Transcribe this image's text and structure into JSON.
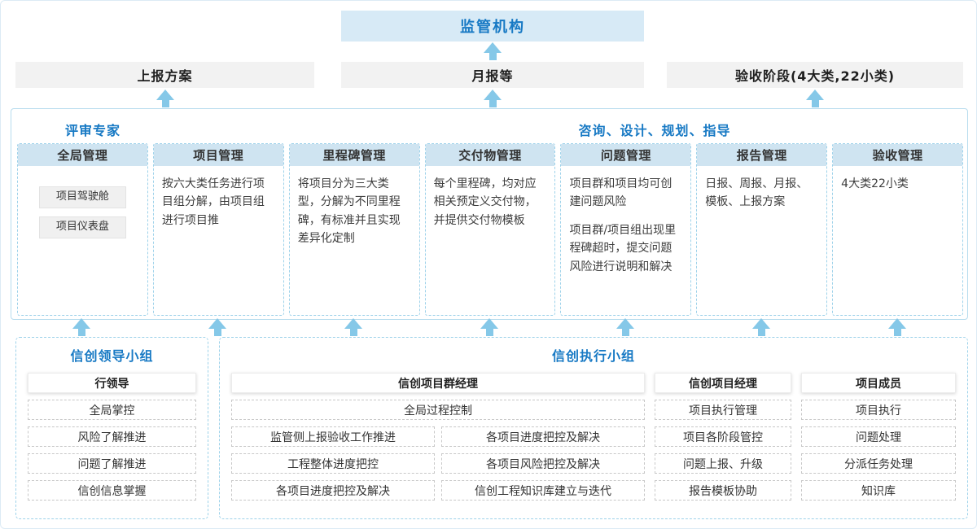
{
  "colors": {
    "accent_blue": "#1779c4",
    "column_header_bg": "#cfe4f1",
    "regulator_bg": "#d7eaf6",
    "output_bg": "#f2f2f2",
    "arrow_blue": "#85c8e8",
    "panel_border": "#b7dcee",
    "dashed_border": "#9ed2ea"
  },
  "top": {
    "regulator": "监管机构",
    "outputs": [
      "上报方案",
      "月报等",
      "验收阶段(4大类,22小类)"
    ]
  },
  "platform": {
    "left_label": "评审专家",
    "right_label": "咨询、设计、规划、指导",
    "columns": [
      {
        "title": "全局管理",
        "chips": [
          "项目驾驶舱",
          "项目仪表盘"
        ]
      },
      {
        "title": "项目管理",
        "text": "按六大类任务进行项目组分解，由项目组进行项目推"
      },
      {
        "title": "里程碑管理",
        "text": "将项目分为三大类型，分解为不同里程碑，有标准并且实现差异化定制"
      },
      {
        "title": "交付物管理",
        "text": "每个里程碑，均对应相关预定义交付物，并提供交付物模板"
      },
      {
        "title": "问题管理",
        "text": "项目群和项目均可创建问题风险",
        "text2": "项目群/项目组出现里程碑超时，提交问题风险进行说明和解决"
      },
      {
        "title": "报告管理",
        "text": "日报、周报、月报、模板、上报方案"
      },
      {
        "title": "验收管理",
        "text": "4大类22小类"
      }
    ]
  },
  "leadership": {
    "title": "信创领导小组",
    "role": "行领导",
    "tasks": [
      "全局掌控",
      "风险了解推进",
      "问题了解推进",
      "信创信息掌握"
    ]
  },
  "execution": {
    "title": "信创执行小组",
    "program_manager": {
      "role": "信创项目群经理",
      "full_task": "全局过程控制",
      "col1": [
        "监管侧上报验收工作推进",
        "工程整体进度把控",
        "各项目进度把控及解决"
      ],
      "col2": [
        "各项目进度把控及解决",
        "各项目风险把控及解决",
        "信创工程知识库建立与迭代"
      ]
    },
    "project_manager": {
      "role": "信创项目经理",
      "tasks": [
        "项目执行管理",
        "项目各阶段管控",
        "问题上报、升级",
        "报告模板协助"
      ]
    },
    "member": {
      "role": "项目成员",
      "tasks": [
        "项目执行",
        "问题处理",
        "分派任务处理",
        "知识库"
      ]
    }
  }
}
